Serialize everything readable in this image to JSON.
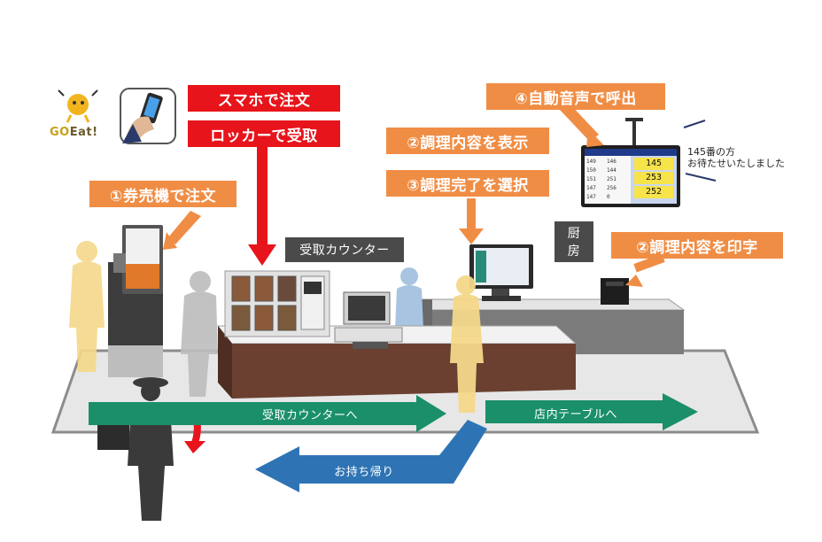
{
  "logo": {
    "text_go": "GO",
    "text_eat": "Eat!"
  },
  "labels": {
    "smartphone_order": "スマホで注文",
    "locker_pickup": "ロッカーで受取",
    "ticket_machine_order": "①券売機で注文",
    "display_cooking": "②調理内容を表示",
    "select_cooking_done": "③調理完了を選択",
    "auto_voice_call": "④自動音声で呼出",
    "print_cooking": "②調理内容を印字",
    "pickup_counter": "受取カウンター",
    "kitchen_line1": "厨",
    "kitchen_line2": "房"
  },
  "flow": {
    "to_pickup_counter": "受取カウンターへ",
    "to_table": "店内テーブルへ",
    "takeout": "お持ち帰り"
  },
  "announcement": {
    "line1": "145番の方",
    "line2": "お待たせいたしました"
  },
  "call_display": {
    "left_numbers": [
      "149",
      "150",
      "151",
      "147",
      "147"
    ],
    "mid_numbers": [
      "146",
      "144",
      "251",
      "256",
      "0"
    ],
    "called_numbers": [
      "145",
      "253",
      "252"
    ]
  },
  "colors": {
    "orange": "#f08d45",
    "red": "#e8141b",
    "green": "#1a8f6a",
    "blue": "#2e74b5"
  }
}
